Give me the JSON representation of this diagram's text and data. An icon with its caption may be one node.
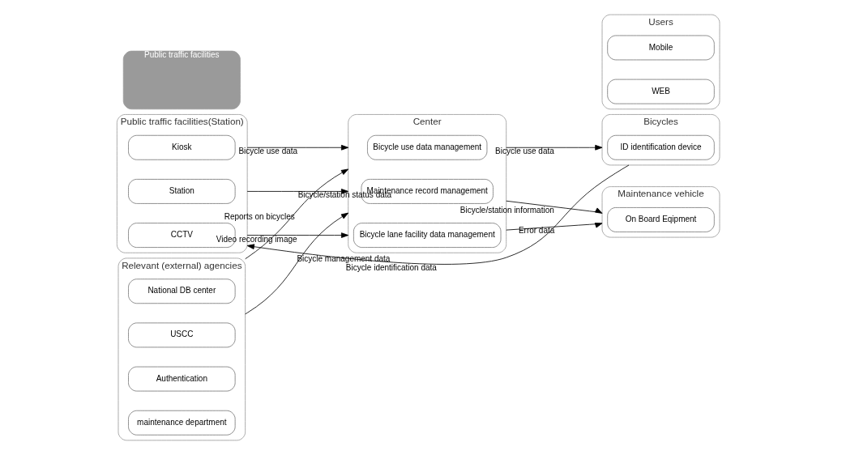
{
  "diagram": {
    "nodes": [
      {
        "text": [
          "Public traffic facilities(Station)"
        ]
      },
      {
        "text": [
          "Kiosk"
        ],
        "in": 0
      },
      {
        "text": [
          "Station"
        ],
        "in": 0
      },
      {
        "text": [
          "CCTV"
        ],
        "in": 0
      },
      {
        "text": [
          "Center"
        ]
      },
      {
        "text": [
          "Bicycle use data management"
        ],
        "in": 4
      },
      {
        "text": [
          "Maintenance record management"
        ],
        "in": 4
      },
      {
        "text": [
          "Bicycle lane facility data management"
        ],
        "in": 4
      },
      {
        "text": [
          "Bicycles"
        ]
      },
      {
        "text": [
          "ID identification device"
        ],
        "in": 8
      },
      {
        "text": [
          "Maintenance vehicle"
        ]
      },
      {
        "text": [
          "On Board Eqipment"
        ],
        "in": 10
      },
      {
        "text": [
          "Users"
        ]
      },
      {
        "text": [
          "Mobile"
        ],
        "in": 12
      },
      {
        "text": [
          "WEB"
        ],
        "in": 12
      },
      {
        "text": [
          "Public traffic facilities"
        ]
      },
      {
        "text": [
          "Relevant (external) agencies"
        ]
      },
      {
        "text": [
          "National DB center"
        ],
        "in": 16
      },
      {
        "text": [
          "USCC"
        ],
        "in": 16
      },
      {
        "text": [
          "Authentication"
        ],
        "in": 16
      },
      {
        "text": [
          "maintenance department"
        ],
        "in": 16
      }
    ],
    "edges": [
      {
        "from": 8,
        "to": 0,
        "arrow": "to",
        "label": "Bicycle identification data"
      },
      {
        "from": 0,
        "to": 4,
        "arrow": "to",
        "label": "Bicycle use data"
      },
      {
        "from": 0,
        "to": 4,
        "arrow": "to",
        "label": "Bicycle/station status data"
      },
      {
        "from": 0,
        "to": 4,
        "arrow": "to",
        "label": "Video recording image"
      },
      {
        "from": 4,
        "to": 8,
        "arrow": "to",
        "label": "Bicycle use data"
      },
      {
        "from": 4,
        "to": 10,
        "arrow": "to",
        "label": "Bicycle/station information"
      },
      {
        "from": 4,
        "to": 10,
        "arrow": "to",
        "label": "Error data"
      },
      {
        "from": 16,
        "to": 4,
        "arrow": "to",
        "label": "Reports on bicycles"
      },
      {
        "from": 16,
        "to": 4,
        "arrow": "to",
        "label": "Bicycle management data"
      }
    ]
  }
}
